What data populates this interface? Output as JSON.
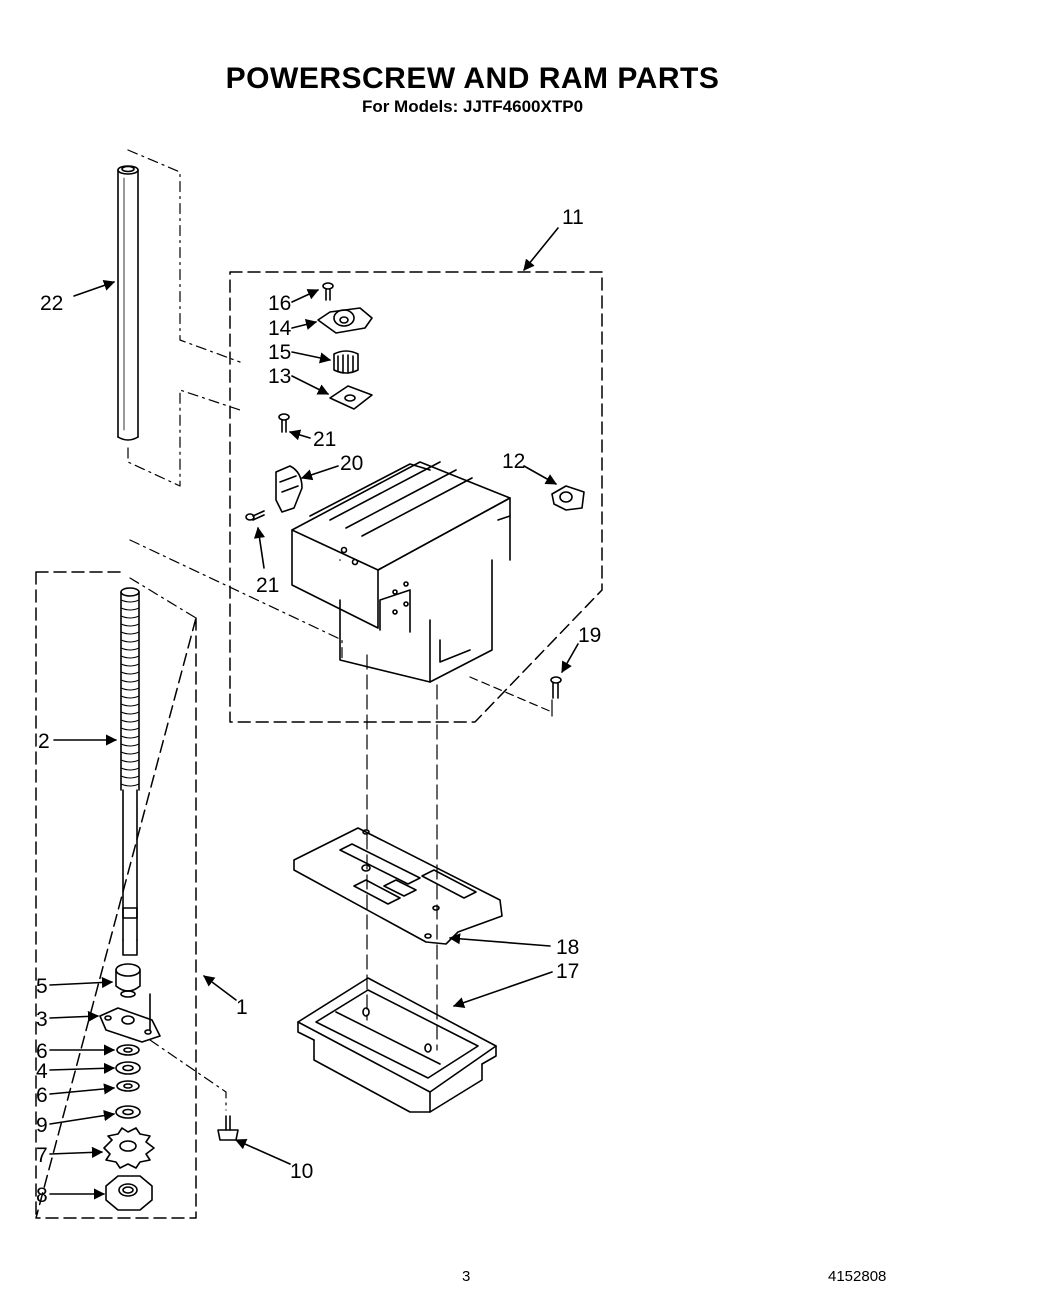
{
  "header": {
    "title": "POWERSCREW AND RAM PARTS",
    "subtitle": "For Models: JJTF4600XTP0"
  },
  "footer": {
    "page_number": "3",
    "document_number": "4152808"
  },
  "callouts": {
    "c1": "1",
    "c2": "2",
    "c3": "3",
    "c4": "4",
    "c5": "5",
    "c6a": "6",
    "c6b": "6",
    "c7": "7",
    "c8": "8",
    "c9": "9",
    "c10": "10",
    "c11": "11",
    "c12": "12",
    "c13": "13",
    "c14": "14",
    "c15": "15",
    "c16": "16",
    "c17": "17",
    "c18": "18",
    "c19": "19",
    "c20": "20",
    "c21a": "21",
    "c21b": "21",
    "c22": "22"
  }
}
